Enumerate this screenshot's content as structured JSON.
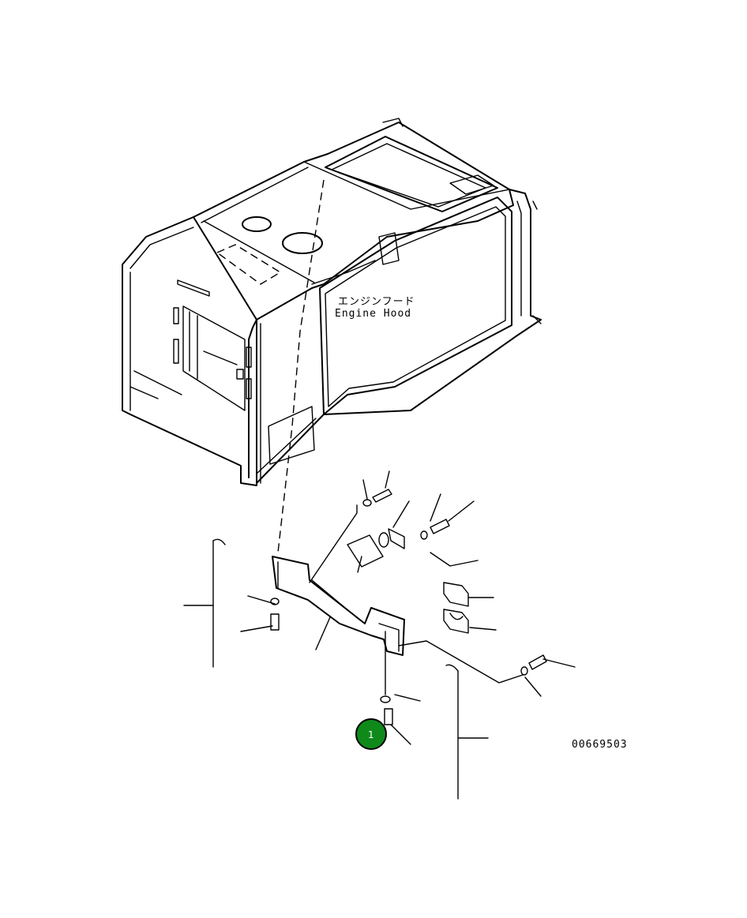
{
  "labels": {
    "part_name_jp": "エンジンフード",
    "part_name_en": "Engine Hood",
    "drawing_number": "00669503"
  },
  "callouts": [
    {
      "number": "1",
      "color": "#0f8a1a"
    }
  ]
}
